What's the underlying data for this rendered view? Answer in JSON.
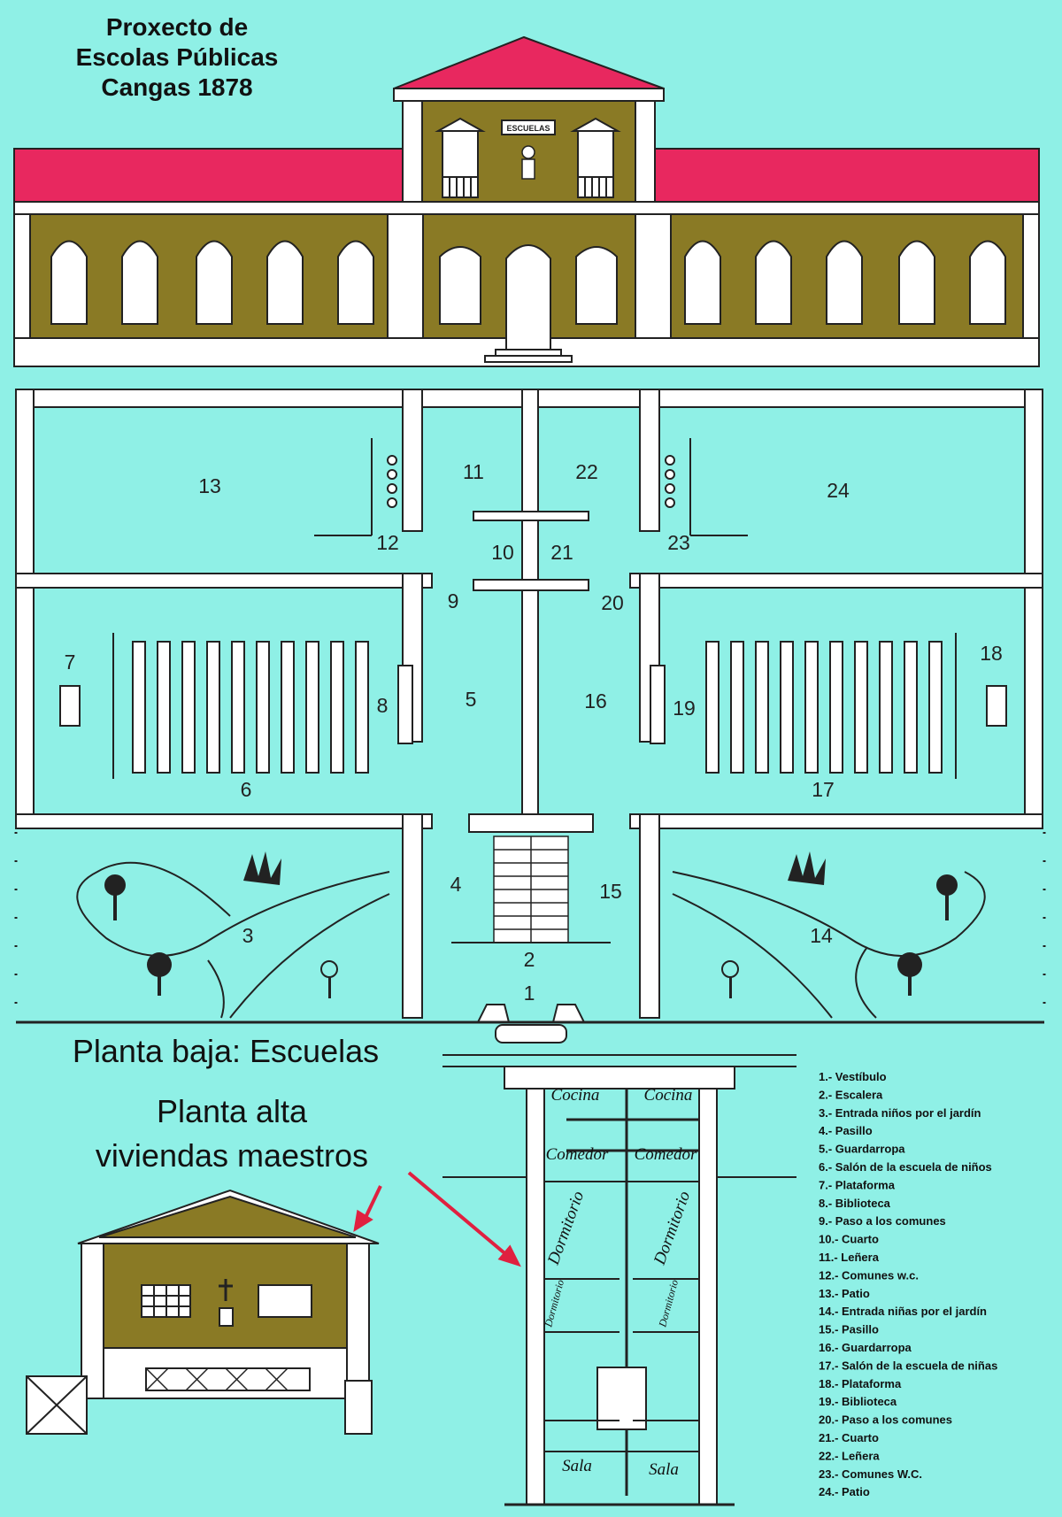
{
  "title": [
    "Proxecto de",
    "Escolas Públicas",
    "Cangas 1878"
  ],
  "facade_sign": "ESCUELAS",
  "label_ground_floor": "Planta baja: Escuelas",
  "label_upper_floor": [
    "Planta alta",
    "viviendas maestros"
  ],
  "room_numbers": [
    "1",
    "2",
    "3",
    "4",
    "5",
    "6",
    "7",
    "8",
    "9",
    "10",
    "11",
    "12",
    "13",
    "14",
    "15",
    "16",
    "17",
    "18",
    "19",
    "20",
    "21",
    "22",
    "23",
    "24"
  ],
  "upper_rooms": {
    "kitchen": "Cocina",
    "dining": "Comedor",
    "bedroom": "Dormitorio",
    "living": "Sala"
  },
  "legend": [
    "1.- Vestíbulo",
    "2.- Escalera",
    "3.- Entrada niños por el jardín",
    "4.- Pasillo",
    "5.- Guardarropa",
    "6.- Salón de la escuela de niños",
    "7.- Plataforma",
    "8.- Biblioteca",
    "9.- Paso a los comunes",
    "10.- Cuarto",
    "11.- Leñera",
    "12.- Comunes w.c.",
    "13.- Patio",
    "14.- Entrada niñas por el jardín",
    "15.- Pasillo",
    "16.- Guardarropa",
    "17.- Salón de la escuela de niñas",
    "18.- Plataforma",
    "19.- Biblioteca",
    "20.- Paso a los comunes",
    "21.- Cuarto",
    "22.- Leñera",
    "23.- Comunes W.C.",
    "24.- Patio"
  ],
  "colors": {
    "background": "#8ff0e6",
    "roof": "#e8285f",
    "wall": "#8a7a25",
    "outline": "#222222",
    "arrow": "#e02040"
  }
}
